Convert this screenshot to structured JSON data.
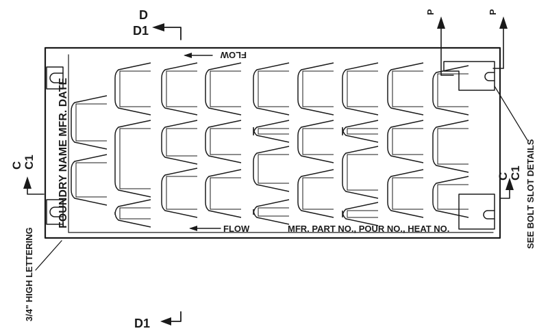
{
  "labels": {
    "section_d": "D",
    "section_d1_top": "D1",
    "section_d1_bottom": "D1",
    "section_c_left": "C",
    "section_c1_left": "C1",
    "section_c_right": "C",
    "section_c1_right": "C1",
    "section_p_left": "P",
    "section_p_right": "P",
    "flow_top": "FLOW",
    "flow_bottom": "FLOW",
    "foundry_text": "FOUNDRY NAME MFR. DATE",
    "part_text": "MFR. PART NO., POUR NO., HEAT NO.",
    "lettering_note": "3/4\" HIGH LETTERING",
    "bolt_slot_note": "SEE BOLT SLOT DETAILS"
  },
  "colors": {
    "ink": "#1a1a1a",
    "paper": "#ffffff"
  }
}
